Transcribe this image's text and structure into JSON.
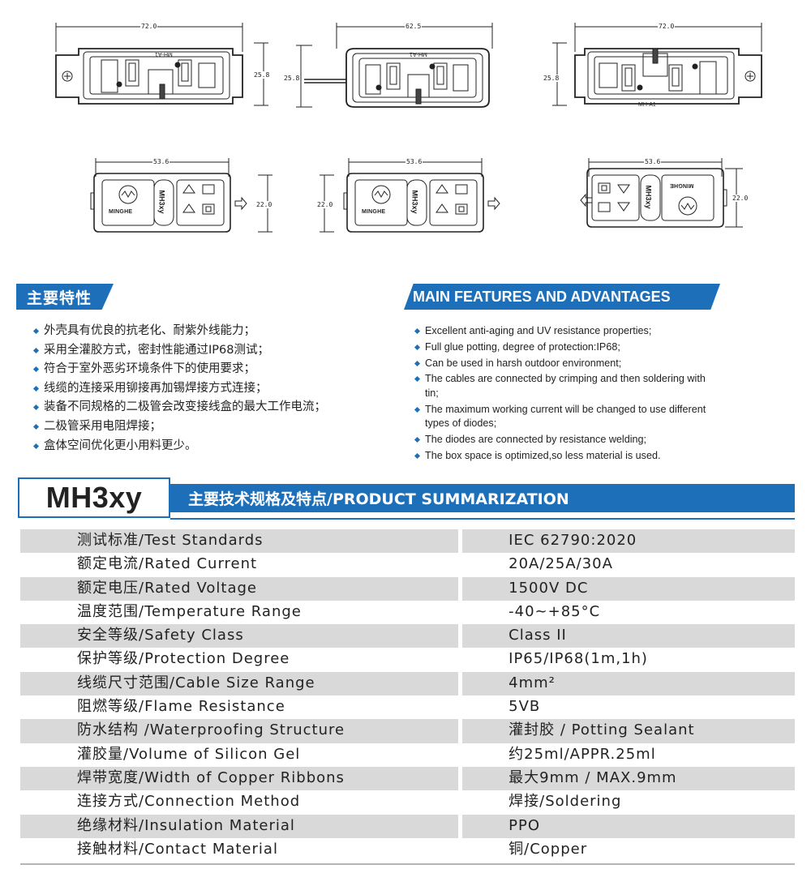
{
  "drawings": {
    "top_row": [
      {
        "width_dim": "72.0",
        "height_dim": "25.8",
        "stamp": "MH-A1"
      },
      {
        "width_dim": "62.5",
        "height_dim": "25.8",
        "stamp": "MH-A1"
      },
      {
        "width_dim": "72.0",
        "height_dim": "25.8",
        "stamp": "MH-A1"
      }
    ],
    "bottom_row": [
      {
        "width_dim": "53.6",
        "height_dim": "22.0",
        "brand": "MINGHE",
        "model": "MH3xy"
      },
      {
        "width_dim": "53.6",
        "height_dim": "22.0",
        "brand": "MINGHE",
        "model": "MH3xy"
      },
      {
        "width_dim": "53.6",
        "height_dim": "22.0",
        "brand": "MINGHE",
        "model": "MH3xy"
      }
    ]
  },
  "features_zh": {
    "title": "主要特性",
    "items": [
      "外壳具有优良的抗老化、耐紫外线能力；",
      "采用全灌胶方式，密封性能通过IP68测试；",
      "符合于室外恶劣环境条件下的使用要求；",
      "线缆的连接采用铆接再加锡焊接方式连接；",
      "装备不同规格的二极管会改变接线盒的最大工作电流；",
      "二极管采用电阻焊接；",
      "盒体空间优化更小用料更少。"
    ]
  },
  "features_en": {
    "title": "MAIN FEATURES AND ADVANTAGES",
    "items": [
      "Excellent anti-aging and UV resistance properties;",
      "Full glue potting, degree of protection:IP68;",
      "Can be used in harsh outdoor environment;",
      "The cables are connected by crimping and then soldering with tin;",
      "The maximum working current will be changed to use different types of diodes;",
      "The diodes are connected by resistance welding;",
      "The box space is optimized,so less material is used."
    ]
  },
  "summary": {
    "model": "MH3xy",
    "title": "主要技术规格及特点/PRODUCT SUMMARIZATION"
  },
  "specs": [
    {
      "label": "测试标准/Test Standards",
      "value": "IEC 62790:2020"
    },
    {
      "label": "额定电流/Rated Current",
      "value": "20A/25A/30A"
    },
    {
      "label": "额定电压/Rated Voltage",
      "value": "1500V DC"
    },
    {
      "label": "温度范围/Temperature Range",
      "value": "-40~+85°C"
    },
    {
      "label": "安全等级/Safety Class",
      "value": "Class II"
    },
    {
      "label": "保护等级/Protection Degree",
      "value": "IP65/IP68(1m,1h)"
    },
    {
      "label": "线缆尺寸范围/Cable Size Range",
      "value": "4mm²"
    },
    {
      "label": "阻燃等级/Flame Resistance",
      "value": "5VB"
    },
    {
      "label": "防水结构 /Waterproofing Structure",
      "value": "灌封胶 / Potting Sealant"
    },
    {
      "label": "灌胶量/Volume of Silicon Gel",
      "value": "约25ml/APPR.25ml"
    },
    {
      "label": "焊带宽度/Width of Copper Ribbons",
      "value": "最大9mm / MAX.9mm"
    },
    {
      "label": "连接方式/Connection Method",
      "value": "焊接/Soldering"
    },
    {
      "label": "绝缘材料/Insulation Material",
      "value": "PPO"
    },
    {
      "label": "接触材料/Contact Material",
      "value": "铜/Copper"
    }
  ]
}
